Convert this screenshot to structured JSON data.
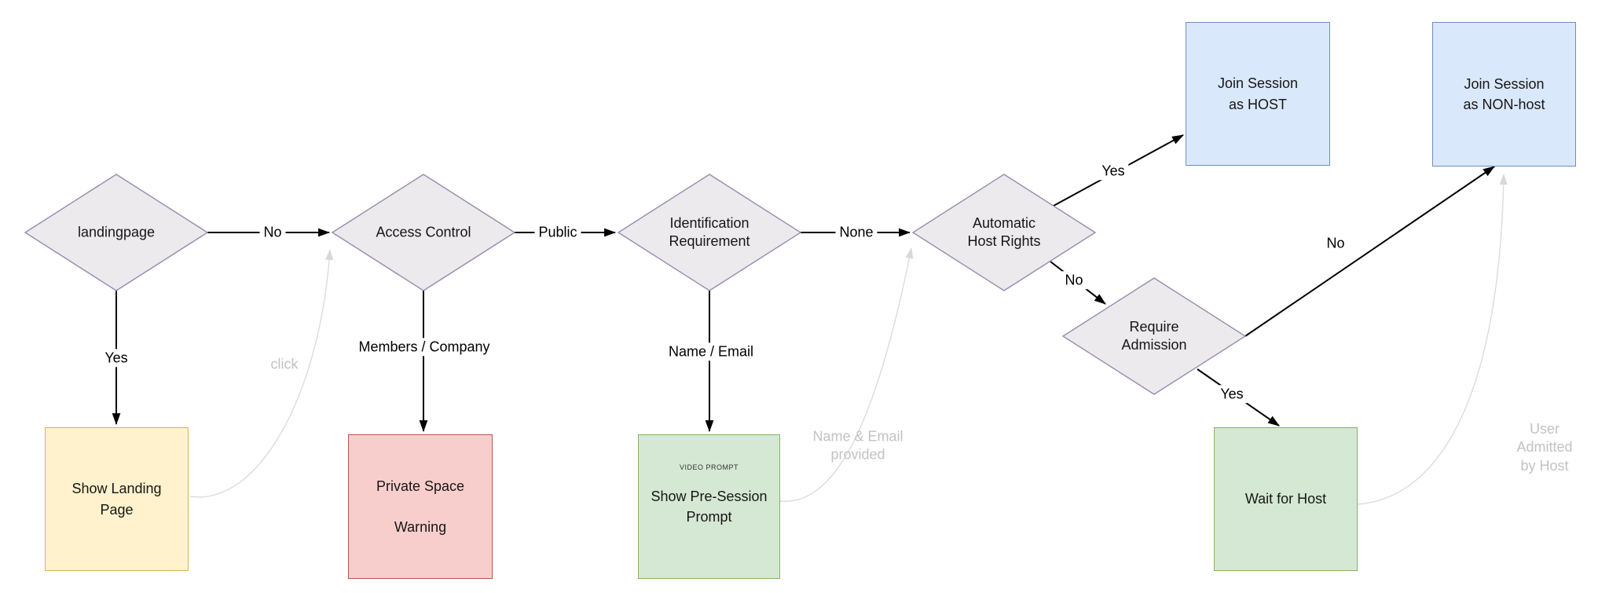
{
  "nodes": {
    "landingpage": {
      "label": "landingpage",
      "type": "decision"
    },
    "access_control": {
      "label": "Access Control",
      "type": "decision"
    },
    "identification_requirement": {
      "label": "Identification\nRequirement",
      "type": "decision"
    },
    "automatic_host_rights": {
      "label": "Automatic\nHost Rights",
      "type": "decision"
    },
    "require_admission": {
      "label": "Require\nAdmission",
      "type": "decision"
    },
    "show_landing_page": {
      "label": "Show Landing\nPage",
      "type": "process"
    },
    "private_space_warning": {
      "label": "Private Space\n\nWarning",
      "type": "process"
    },
    "show_pre_session_prompt": {
      "caption": "VIDEO PROMPT",
      "label": "Show Pre-Session\nPrompt",
      "type": "process"
    },
    "join_session_host": {
      "label": "Join Session\nas HOST",
      "type": "process"
    },
    "join_session_nonhost": {
      "label": "Join Session\nas NON-host",
      "type": "process"
    },
    "wait_for_host": {
      "label": "Wait for Host",
      "type": "process"
    }
  },
  "edges": {
    "landing_no": {
      "label": "No"
    },
    "landing_yes": {
      "label": "Yes"
    },
    "access_public": {
      "label": "Public"
    },
    "access_members": {
      "label": "Members / Company"
    },
    "ident_none": {
      "label": "None"
    },
    "ident_name_email": {
      "label": "Name / Email"
    },
    "ahr_yes": {
      "label": "Yes"
    },
    "ahr_no": {
      "label": "No"
    },
    "ra_yes": {
      "label": "Yes"
    },
    "ra_no": {
      "label": "No"
    },
    "click": {
      "label": "click"
    },
    "name_email_provided": {
      "label": "Name & Email\nprovided"
    },
    "user_admitted": {
      "label": "User Admitted\nby Host"
    }
  },
  "colors": {
    "decision_fill": "#ECEAEC",
    "decision_stroke": "#9A8BB0",
    "yellow_fill": "#FFF2CC",
    "yellow_stroke": "#D6B656",
    "red_fill": "#F8CECC",
    "red_stroke": "#B85450",
    "green_fill": "#D5E8D4",
    "green_stroke": "#82B366",
    "blue_fill": "#DAE8FC",
    "blue_stroke": "#6C8EBF",
    "edge_line": "#000000",
    "faint_edge_line": "#DCDCDC",
    "faint_label_text": "#C2C2C2",
    "canvas_background": "#FFFFFF"
  }
}
